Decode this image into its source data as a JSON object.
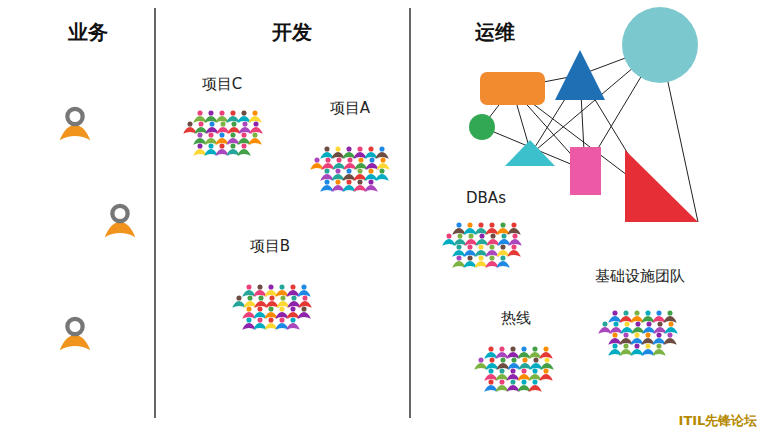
{
  "diagram": {
    "labels": [
      "业务",
      "开发",
      "运维",
      "项目C",
      "项目A",
      "项目B",
      "DBAs",
      "热线",
      "基础设施团队",
      "ITIL先锋论坛"
    ]
  }
}
